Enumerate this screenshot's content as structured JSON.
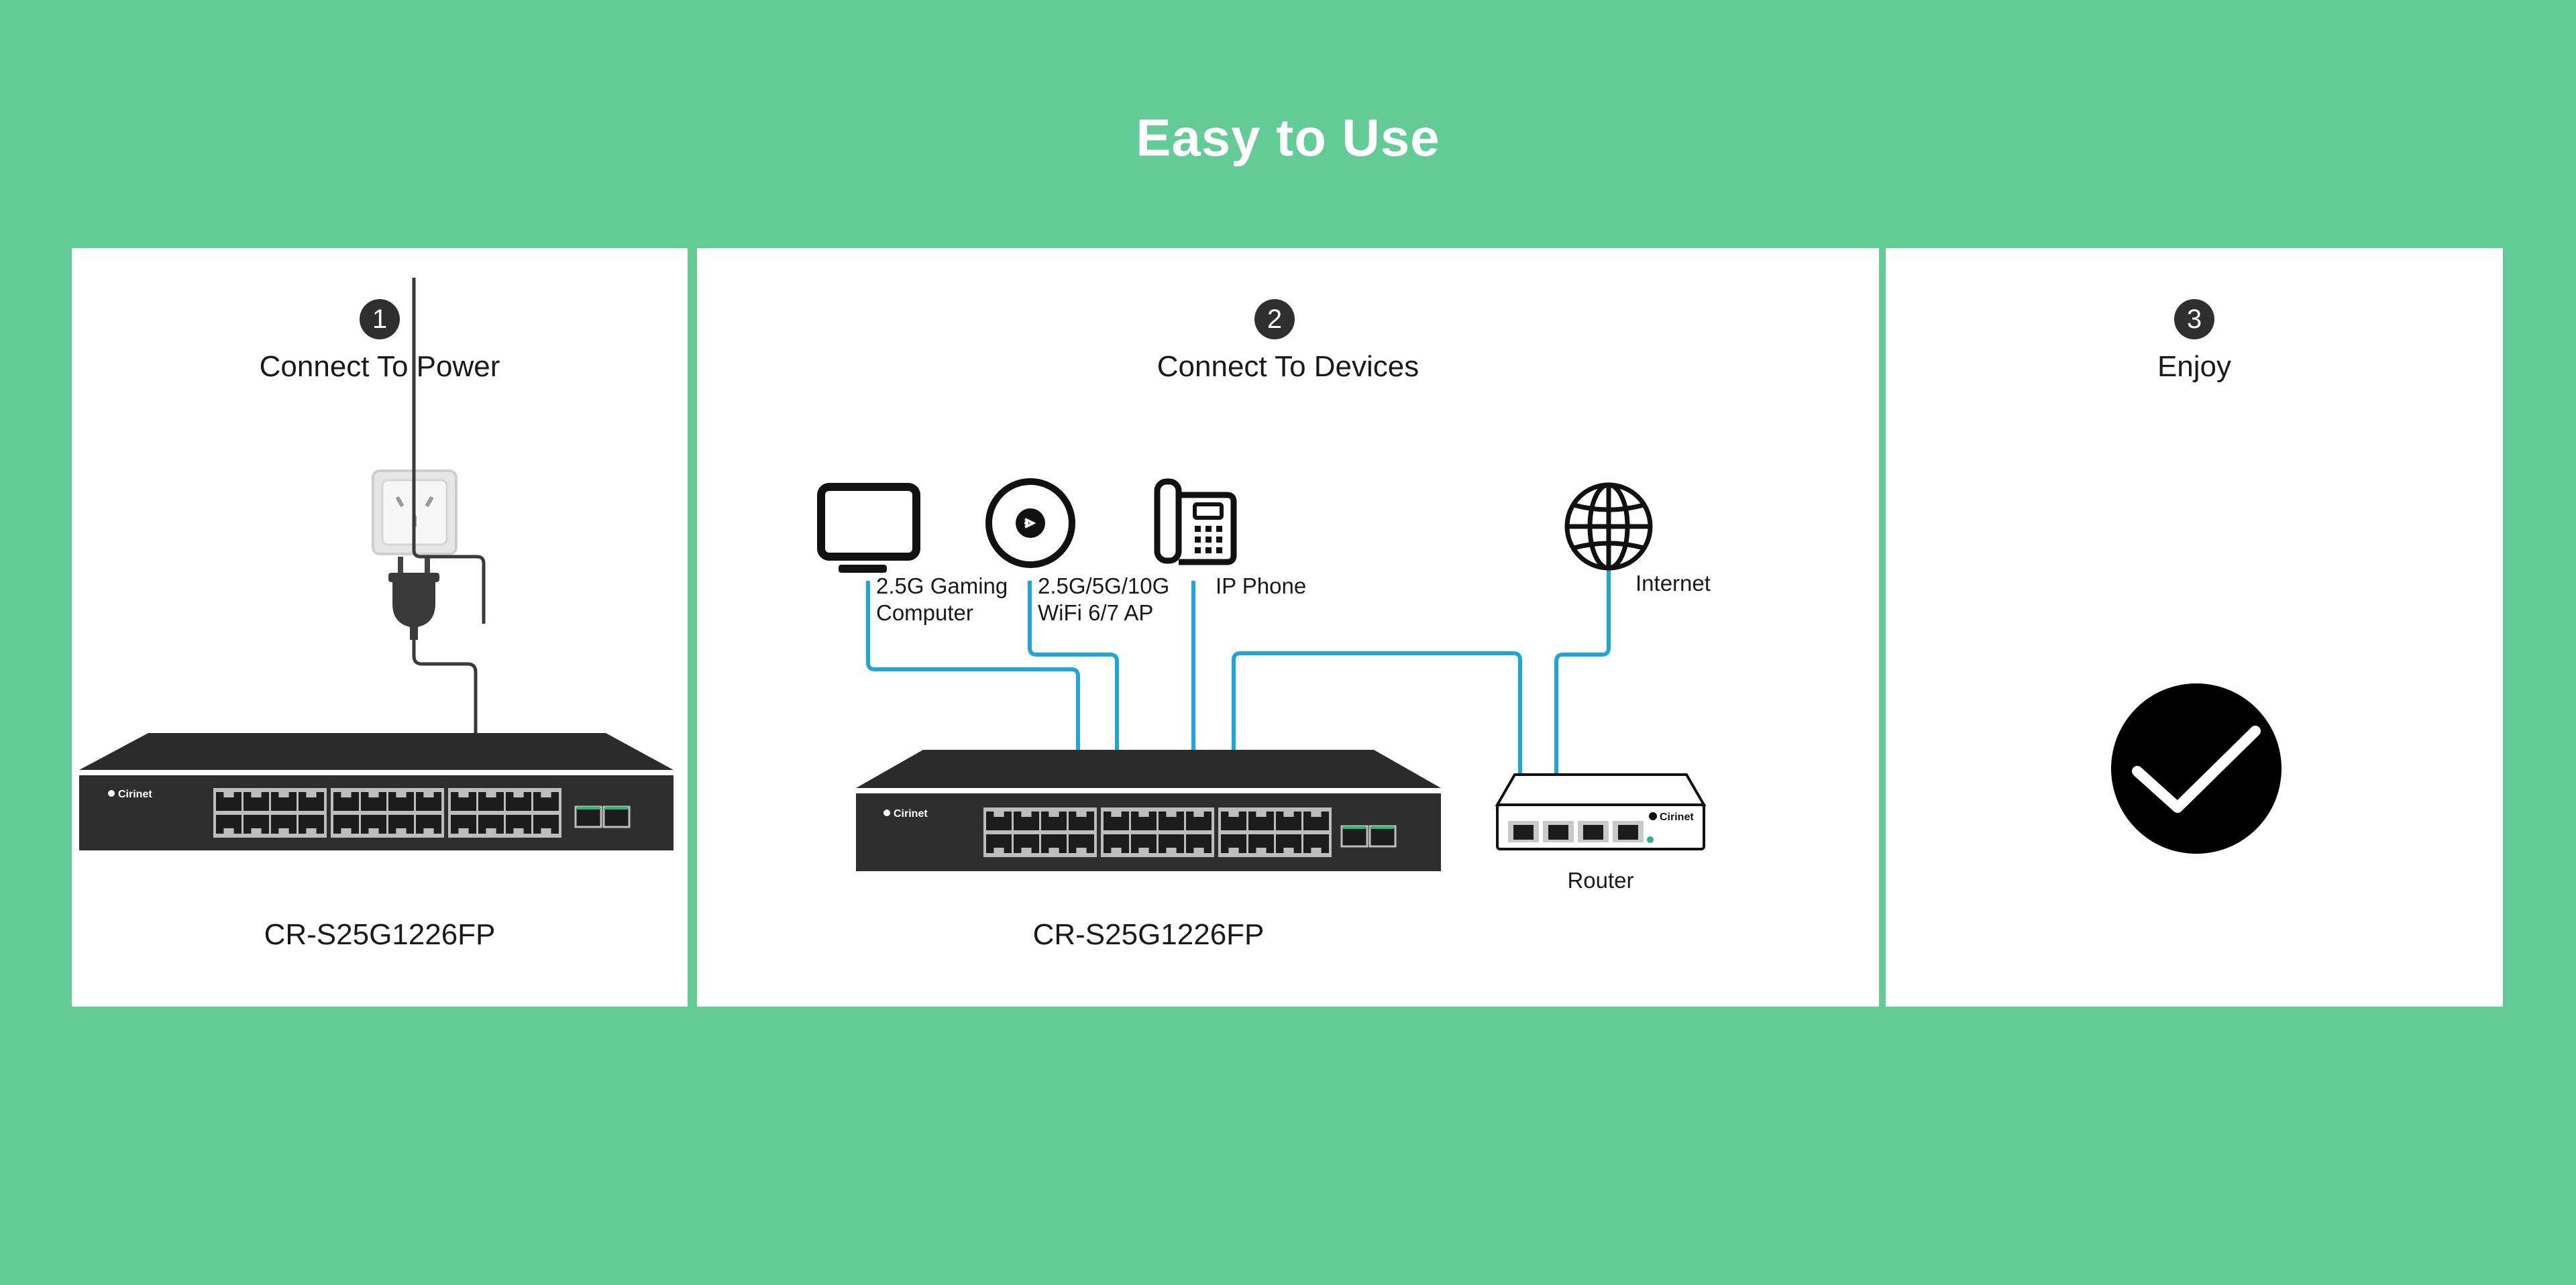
{
  "title": "Easy to Use",
  "steps": [
    {
      "number": "1",
      "label": "Connect To Power",
      "model": "CR-S25G1226FP"
    },
    {
      "number": "2",
      "label": "Connect To Devices",
      "model": "CR-S25G1226FP"
    },
    {
      "number": "3",
      "label": "Enjoy"
    }
  ],
  "devices": {
    "computer": [
      "2.5G Gaming",
      "Computer"
    ],
    "ap": [
      "2.5G/5G/10G",
      "WiFi 6/7 AP"
    ],
    "phone": "IP Phone",
    "internet": "Internet",
    "router": "Router"
  },
  "brand": "Cirinet",
  "colors": {
    "background": "#63cb95",
    "cable": "#1ea5dc",
    "switch_body": "#2e2e2e",
    "check_circle": "#000000"
  },
  "icons": [
    "power-socket-icon",
    "plug-icon",
    "monitor-icon",
    "wifi-ap-icon",
    "ip-phone-icon",
    "globe-icon",
    "checkmark-icon"
  ]
}
